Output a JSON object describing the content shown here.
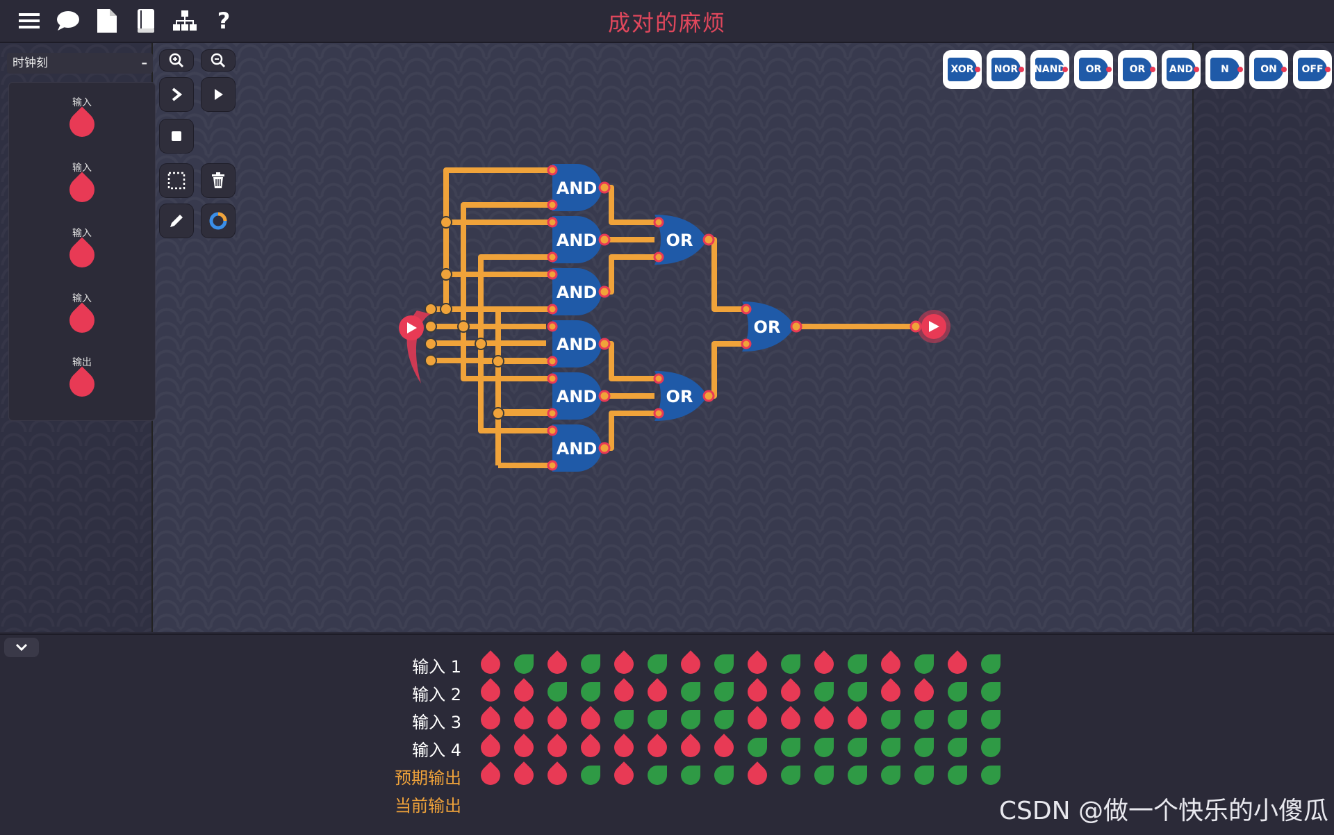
{
  "window": {
    "title": "成对的麻烦"
  },
  "topbar": {
    "icons": [
      "menu-icon",
      "chat-icon",
      "document-icon",
      "book-icon",
      "hierarchy-icon",
      "help-icon"
    ],
    "help_label": "?"
  },
  "level_select": {
    "value": "时钟刻",
    "collapse_label": "–"
  },
  "palette": {
    "items": [
      {
        "label": "输入"
      },
      {
        "label": "输入"
      },
      {
        "label": "输入"
      },
      {
        "label": "输入"
      },
      {
        "label": "输出"
      }
    ]
  },
  "tools": [
    "zoom-in-icon",
    "zoom-out-icon",
    "step-icon",
    "play-icon",
    "stop-icon",
    "select-icon",
    "delete-icon",
    "pencil-icon",
    "color-icon"
  ],
  "gate_toolbox": [
    "XOR",
    "NOR",
    "NAND",
    "OR",
    "OR",
    "AND",
    "N",
    "ON",
    "OFF"
  ],
  "circuit": {
    "and_gates": [
      "AND",
      "AND",
      "AND",
      "AND",
      "AND",
      "AND"
    ],
    "or_gates": [
      "OR",
      "OR",
      "OR"
    ]
  },
  "truth_table": {
    "rows": [
      {
        "label": "输入 1",
        "kind": "input",
        "values": [
          "red",
          "green",
          "red",
          "green",
          "red",
          "green",
          "red",
          "green",
          "red",
          "green",
          "red",
          "green",
          "red",
          "green",
          "red",
          "green"
        ]
      },
      {
        "label": "输入 2",
        "kind": "input",
        "values": [
          "red",
          "red",
          "green",
          "green",
          "red",
          "red",
          "green",
          "green",
          "red",
          "red",
          "green",
          "green",
          "red",
          "red",
          "green",
          "green"
        ]
      },
      {
        "label": "输入 3",
        "kind": "input",
        "values": [
          "red",
          "red",
          "red",
          "red",
          "green",
          "green",
          "green",
          "green",
          "red",
          "red",
          "red",
          "red",
          "green",
          "green",
          "green",
          "green"
        ]
      },
      {
        "label": "输入 4",
        "kind": "input",
        "values": [
          "red",
          "red",
          "red",
          "red",
          "red",
          "red",
          "red",
          "red",
          "green",
          "green",
          "green",
          "green",
          "green",
          "green",
          "green",
          "green"
        ]
      },
      {
        "label": "预期输出",
        "kind": "expected",
        "values": [
          "red",
          "red",
          "red",
          "green",
          "red",
          "green",
          "green",
          "green",
          "red",
          "green",
          "green",
          "green",
          "green",
          "green",
          "green",
          "green"
        ]
      },
      {
        "label": "当前输出",
        "kind": "current",
        "values": []
      }
    ]
  },
  "colors": {
    "accent_red": "#e83a55",
    "accent_green": "#2f9a45",
    "wire": "#f0a33a",
    "gate": "#1f5aa8",
    "expected_label": "#f0a33a"
  },
  "watermark": "CSDN @做一个快乐的小傻瓜"
}
